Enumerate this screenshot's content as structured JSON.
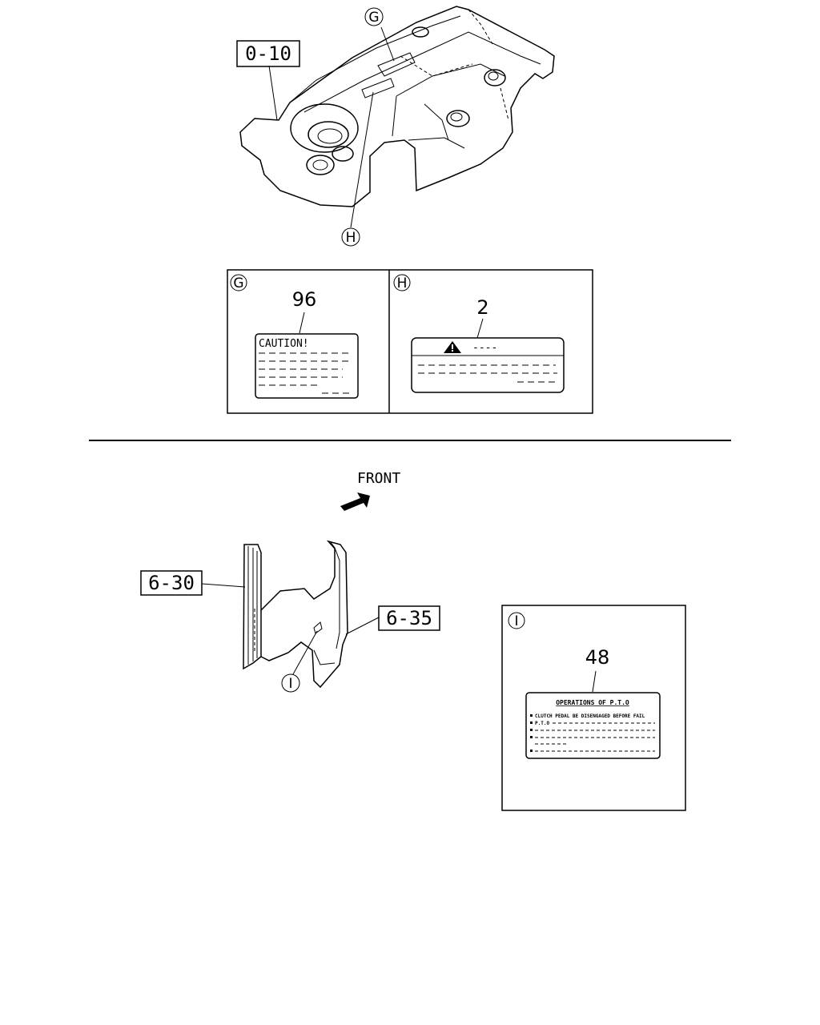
{
  "callouts": {
    "g": "G",
    "h": "H",
    "i": "I"
  },
  "part_refs": {
    "top_frame": "0-10",
    "rail_left": "6-30",
    "rail_right": "6-35"
  },
  "label_g": {
    "part_number": "96",
    "label_text": "CAUTION!"
  },
  "label_h": {
    "part_number": "2",
    "label_text": "----"
  },
  "label_i": {
    "part_number": "48",
    "title": "OPERATIONS OF P.T.O",
    "line1": "CLUTCH PEDAL BE DISENGAGED BEFORE FAIL",
    "line2": "P.T.O"
  },
  "direction": {
    "label": "FRONT"
  }
}
